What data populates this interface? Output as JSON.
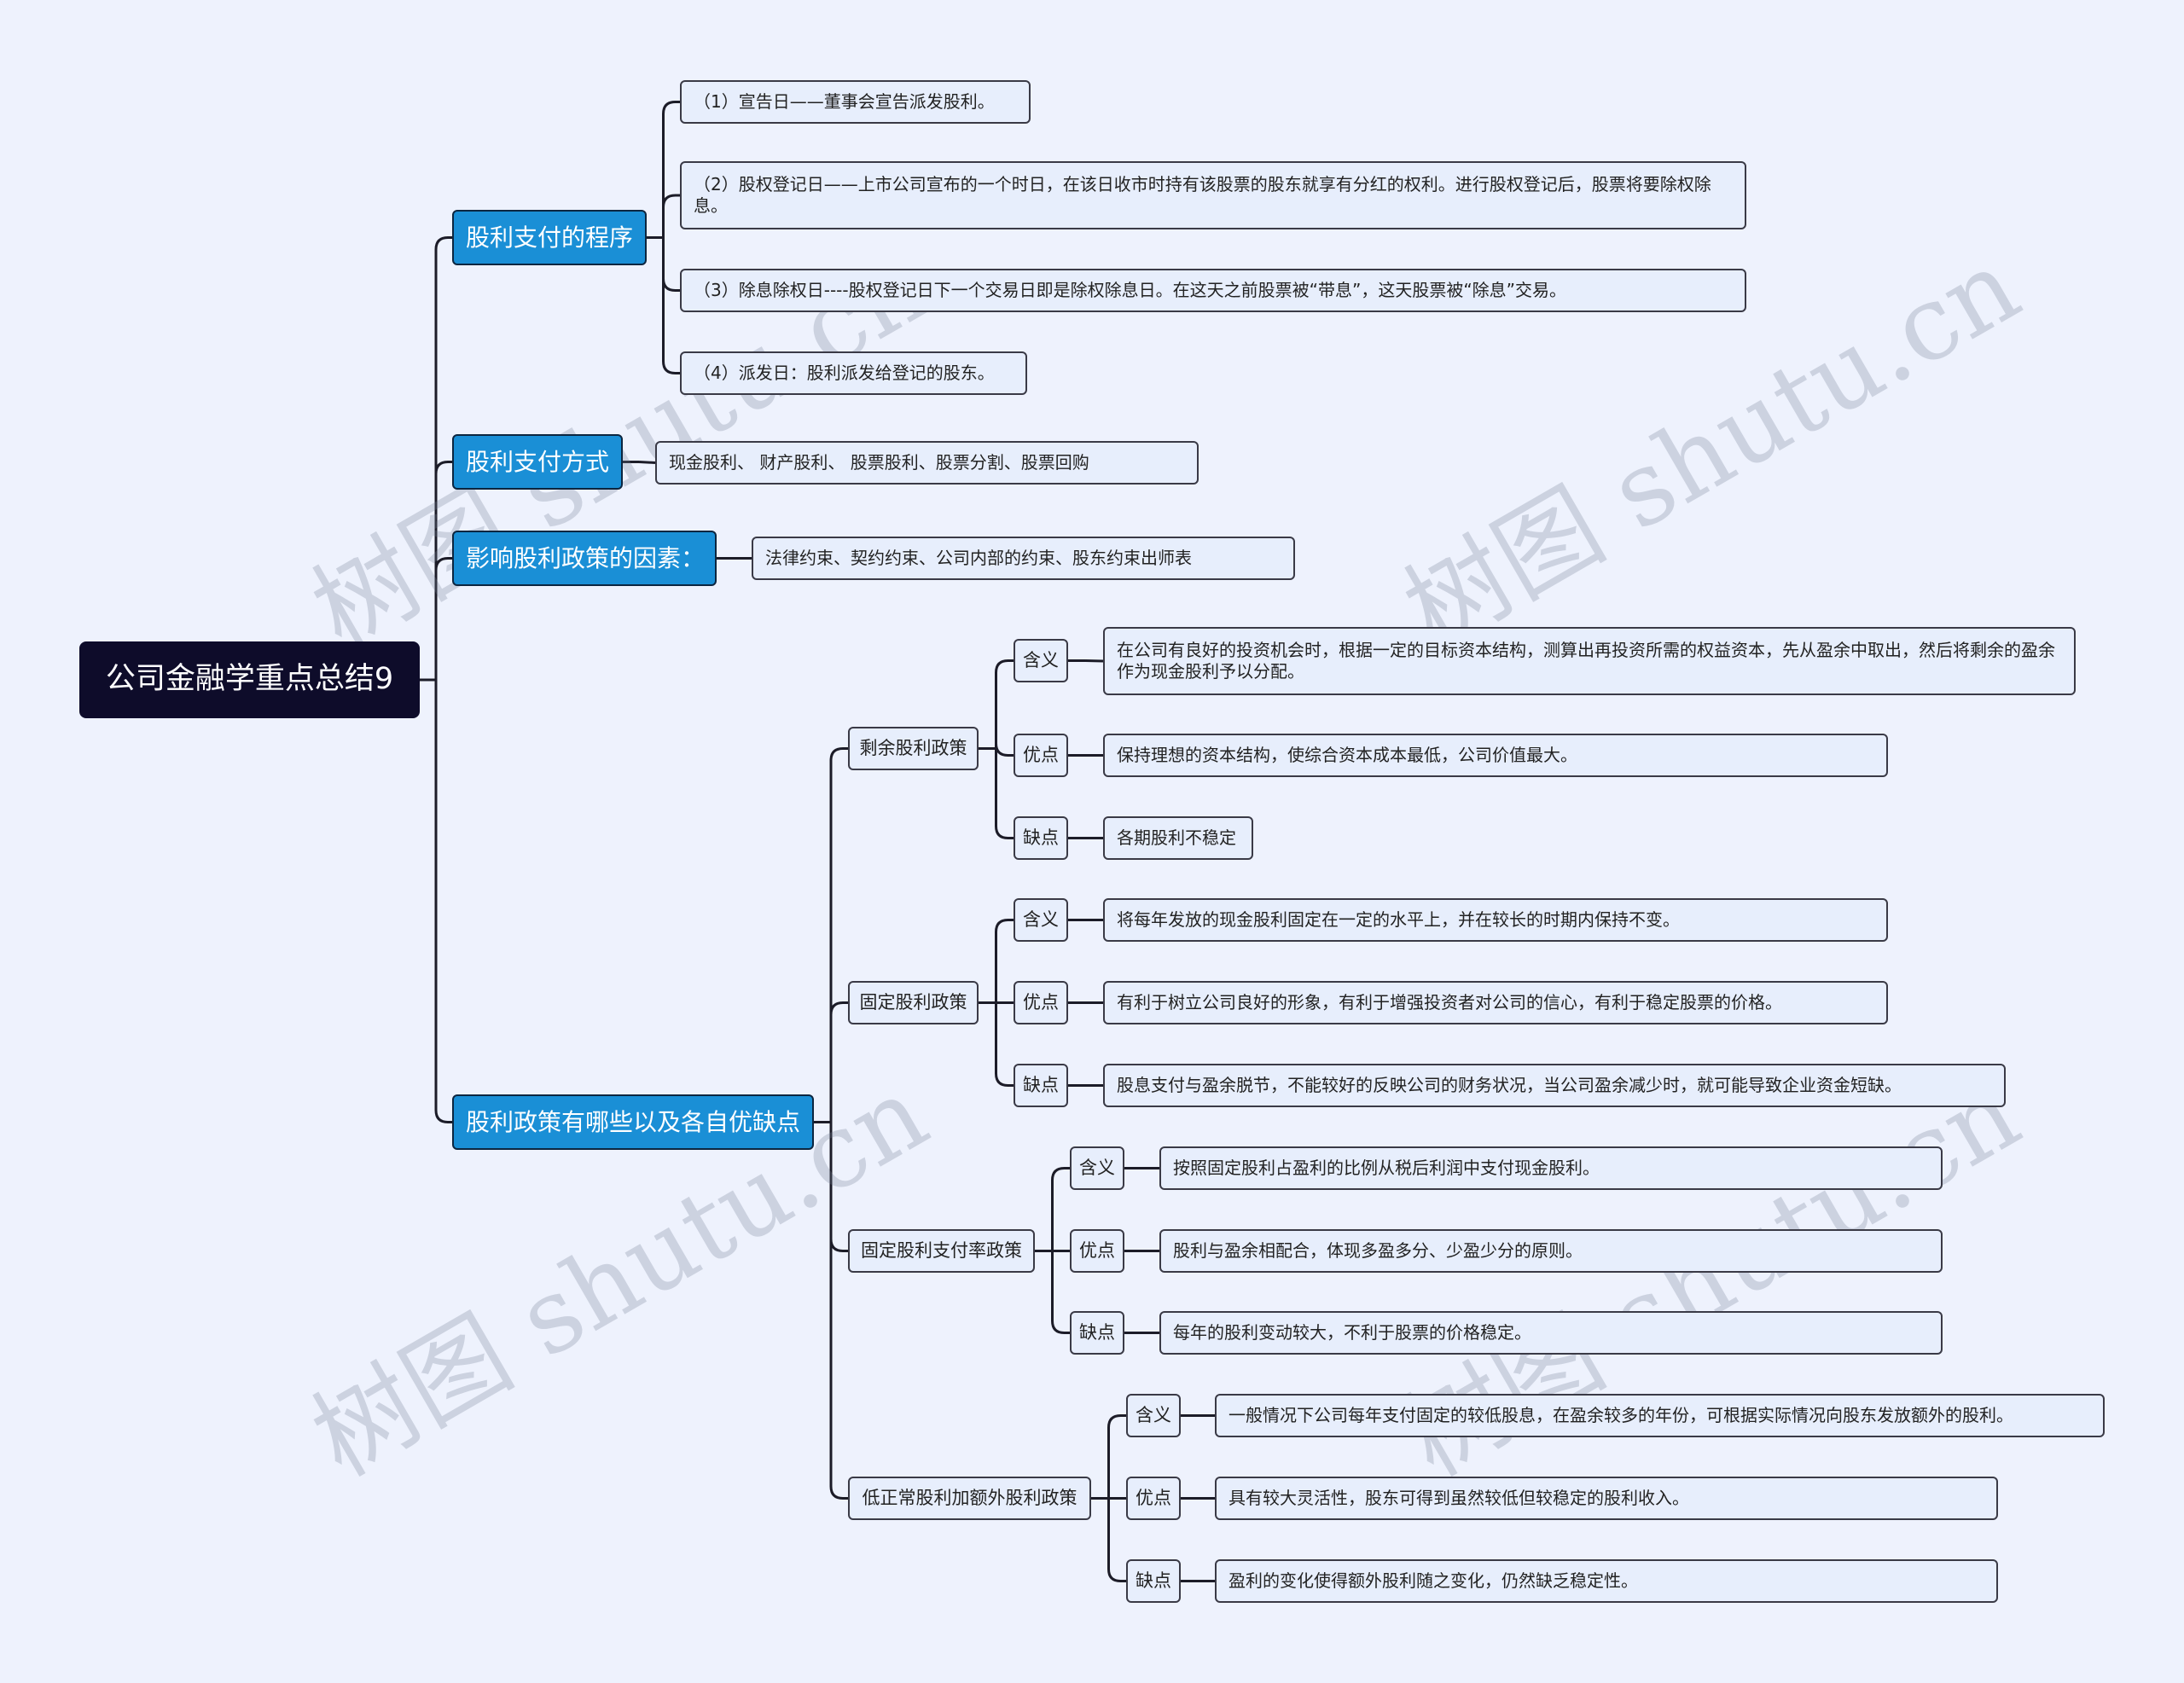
{
  "root": {
    "label": "公司金融学重点总结9"
  },
  "branches": [
    {
      "label": "股利支付的程序",
      "items": [
        "（1）宣告日——董事会宣告派发股利。",
        "（2）股权登记日——上市公司宣布的一个时日，在该日收市时持有该股票的股东就享有分红的权利。进行股权登记后，股票将要除权除息。",
        "（3）除息除权日----股权登记日下一个交易日即是除权除息日。在这天之前股票被“带息”，这天股票被“除息”交易。",
        "（4）派发日：股利派发给登记的股东。"
      ]
    },
    {
      "label": "股利支付方式",
      "items": [
        "现金股利、 财产股利、 股票股利、股票分割、股票回购"
      ]
    },
    {
      "label": "影响股利政策的因素：",
      "items": [
        "法律约束、契约约束、公司内部的约束、股东约束出师表"
      ]
    },
    {
      "label": "股利政策有哪些以及各自优缺点",
      "policies": [
        {
          "label": "剩余股利政策",
          "aspects": [
            {
              "tag": "含义",
              "text": "在公司有良好的投资机会时，根据一定的目标资本结构，测算出再投资所需的权益资本，先从盈余中取出，然后将剩余的盈余作为现金股利予以分配。"
            },
            {
              "tag": "优点",
              "text": "保持理想的资本结构，使综合资本成本最低，公司价值最大。"
            },
            {
              "tag": "缺点",
              "text": "各期股利不稳定"
            }
          ]
        },
        {
          "label": "固定股利政策",
          "aspects": [
            {
              "tag": "含义",
              "text": "将每年发放的现金股利固定在一定的水平上，并在较长的时期内保持不变。"
            },
            {
              "tag": "优点",
              "text": "有利于树立公司良好的形象，有利于增强投资者对公司的信心，有利于稳定股票的价格。"
            },
            {
              "tag": "缺点",
              "text": "股息支付与盈余脱节，不能较好的反映公司的财务状况，当公司盈余减少时，就可能导致企业资金短缺。"
            }
          ]
        },
        {
          "label": "固定股利支付率政策",
          "aspects": [
            {
              "tag": "含义",
              "text": "按照固定股利占盈利的比例从税后利润中支付现金股利。"
            },
            {
              "tag": "优点",
              "text": "股利与盈余相配合，体现多盈多分、少盈少分的原则。"
            },
            {
              "tag": "缺点",
              "text": "每年的股利变动较大，不利于股票的价格稳定。"
            }
          ]
        },
        {
          "label": "低正常股利加额外股利政策",
          "aspects": [
            {
              "tag": "含义",
              "text": "一般情况下公司每年支付固定的较低股息，在盈余较多的年份，可根据实际情况向股东发放额外的股利。"
            },
            {
              "tag": "优点",
              "text": "具有较大灵活性，股东可得到虽然较低但较稳定的股利收入。"
            },
            {
              "tag": "缺点",
              "text": "盈利的变化使得额外股利随之变化，仍然缺乏稳定性。"
            }
          ]
        }
      ]
    }
  ],
  "watermark": "树图 shutu.cn",
  "colors": {
    "background": "#eef2fd",
    "root": "#0e0c2a",
    "branch": "#1a8fd6",
    "leaf": "#e7eefc",
    "line": "#1c1c28"
  }
}
